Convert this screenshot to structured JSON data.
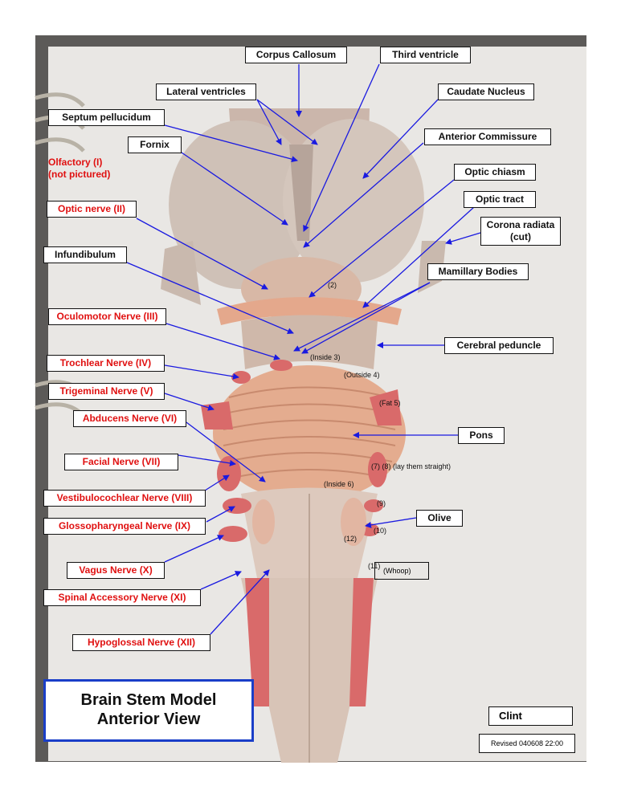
{
  "title": {
    "line1": "Brain Stem Model",
    "line2": "Anterior View"
  },
  "author": "Clint",
  "revised": "Revised 040608 22:00",
  "labels": {
    "corpus_callosum": "Corpus Callosum",
    "third_ventricle": "Third ventricle",
    "lateral_ventricles": "Lateral ventricles",
    "caudate_nucleus": "Caudate Nucleus",
    "septum_pellucidum": "Septum pellucidum",
    "anterior_commissure": "Anterior Commissure",
    "fornix": "Fornix",
    "olfactory_line1": "Olfactory (I)",
    "olfactory_line2": "(not pictured)",
    "optic_chiasm": "Optic chiasm",
    "optic_nerve": "Optic nerve (II)",
    "optic_tract": "Optic tract",
    "corona_radiata_line1": "Corona radiata",
    "corona_radiata_line2": "(cut)",
    "infundibulum": "Infundibulum",
    "mamillary_bodies": "Mamillary Bodies",
    "oculomotor_nerve": "Oculomotor Nerve (III)",
    "cerebral_peduncle": "Cerebral peduncle",
    "trochlear_nerve": "Trochlear Nerve (IV)",
    "trigeminal_nerve": "Trigeminal Nerve (V)",
    "abducens_nerve": "Abducens Nerve (VI)",
    "pons": "Pons",
    "facial_nerve": "Facial Nerve (VII)",
    "vestibulocochlear_nerve": "Vestibulocochlear Nerve (VIII)",
    "olive": "Olive",
    "glossopharyngeal_nerve": "Glossopharyngeal Nerve (IX)",
    "vagus_nerve": "Vagus Nerve (X)",
    "spinal_accessory_nerve": "Spinal Accessory Nerve (XI)",
    "hypoglossal_nerve": "Hypoglossal Nerve (XII)"
  },
  "annotations": {
    "n2": "(2)",
    "inside3": "(Inside 3)",
    "outside4": "(Outside 4)",
    "fat5": "(Fat 5)",
    "n7_8": "(7) (8) (lay them straight)",
    "inside6": "(Inside 6)",
    "n9": "(9)",
    "n10": "(10)",
    "n12": "(12)",
    "n11": "(11)",
    "whoop": "(Whoop)"
  },
  "colors": {
    "background_photo": "#5c5a58",
    "paper": "#e9e7e4",
    "model": "#d9c3b6",
    "nerve": "#d96a6a",
    "pointer": "#1a1ae0",
    "red_label": "#e01010",
    "title_border": "#1a3ec8"
  }
}
